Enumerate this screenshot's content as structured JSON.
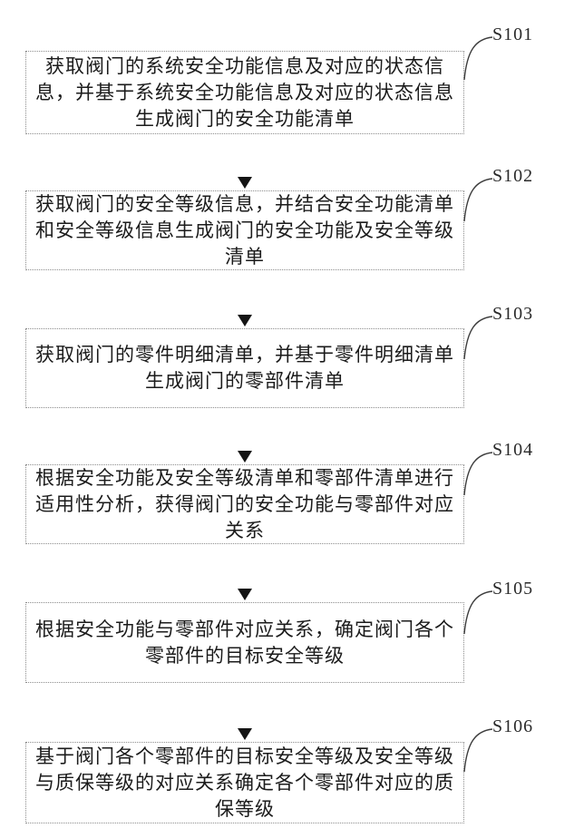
{
  "figure": {
    "background": "#ffffff",
    "box_border_color": "#8d8d8d",
    "text_color": "#1b1b1b",
    "arrow_color": "#141414",
    "leader_line_color": "#3c3c3c"
  },
  "steps": [
    {
      "label": "S101",
      "text": "获取阀门的系统安全功能信息及对应的状态信息，并基于系统安全功能信息及对应的状态信息生成阀门的安全功能清单"
    },
    {
      "label": "S102",
      "text": "获取阀门的安全等级信息，并结合安全功能清单和安全等级信息生成阀门的安全功能及安全等级清单"
    },
    {
      "label": "S103",
      "text": "获取阀门的零件明细清单，并基于零件明细清单生成阀门的零部件清单"
    },
    {
      "label": "S104",
      "text": "根据安全功能及安全等级清单和零部件清单进行适用性分析，获得阀门的安全功能与零部件对应关系"
    },
    {
      "label": "S105",
      "text": "根据安全功能与零部件对应关系，确定阀门各个零部件的目标安全等级"
    },
    {
      "label": "S106",
      "text": "基于阀门各个零部件的目标安全等级及安全等级与质保等级的对应关系确定各个零部件对应的质保等级"
    }
  ]
}
